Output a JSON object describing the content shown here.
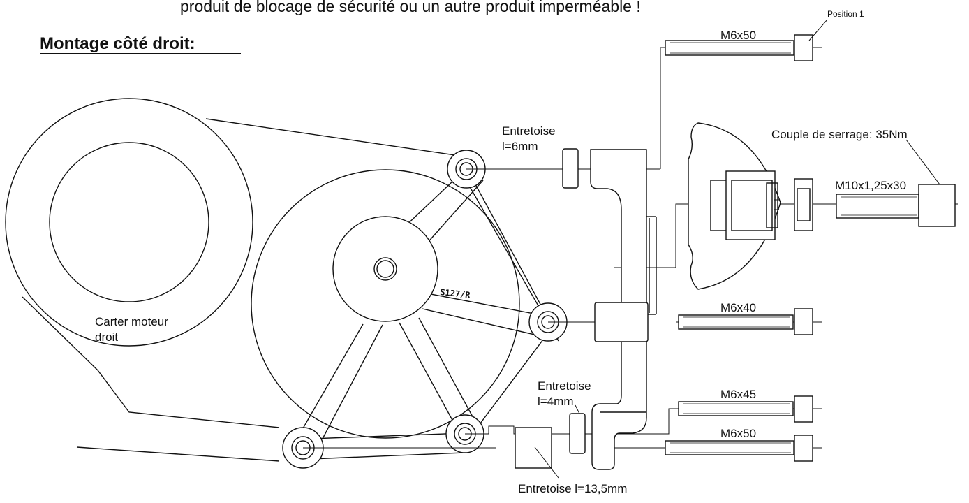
{
  "top_text": "produit de blocage de sécurité ou un autre produit imperméable !",
  "heading": "Montage côté droit:",
  "labels": {
    "position": "Position 1",
    "bolt_top": "M6x50",
    "spacer_6_line1": "Entretoise",
    "spacer_6_line2": "l=6mm",
    "torque": "Couple de serrage: 35Nm",
    "bolt_axle": "M10x1,25x30",
    "carter_line1": "Carter moteur",
    "carter_line2": "droit",
    "part_code": "S127/R",
    "bolt_mid": "M6x40",
    "spacer_4_line1": "Entretoise",
    "spacer_4_line2": "l=4mm",
    "bolt_m645": "M6x45",
    "bolt_bottom": "M6x50",
    "spacer_135": "Entretoise l=13,5mm"
  }
}
